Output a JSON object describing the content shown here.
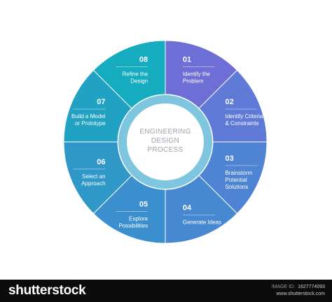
{
  "center": {
    "lines": [
      "ENGINEERING",
      "DESIGN",
      "PROCESS"
    ]
  },
  "segments": [
    {
      "number": "01",
      "lines": [
        "Identify the",
        "Problem"
      ],
      "color": "#6e6fd6"
    },
    {
      "number": "02",
      "lines": [
        "Identify Criteria",
        "& Constraints"
      ],
      "color": "#5f7ad6"
    },
    {
      "number": "03",
      "lines": [
        "Brainstorm",
        "Potential",
        "Solutions"
      ],
      "color": "#4f83d3"
    },
    {
      "number": "04",
      "lines": [
        "Generate Ideas"
      ],
      "color": "#4689d0"
    },
    {
      "number": "05",
      "lines": [
        "Explore",
        "Possibilities"
      ],
      "color": "#3c8fce"
    },
    {
      "number": "06",
      "lines": [
        "Select an",
        "Approach"
      ],
      "color": "#2f98c9"
    },
    {
      "number": "07",
      "lines": [
        "Build a Model",
        "or Prototype"
      ],
      "color": "#22a2c3"
    },
    {
      "number": "08",
      "lines": [
        "Refine the",
        "Design"
      ],
      "color": "#14acbe"
    }
  ],
  "colors": {
    "ring": "#7ec6e0",
    "divider": "#ffffff",
    "footer": "#0b0b0b"
  },
  "footer": {
    "brand": "shutterstock",
    "image_id_label": "IMAGE ID:",
    "image_id": "1627774093",
    "site": "www.shutterstock.com"
  }
}
